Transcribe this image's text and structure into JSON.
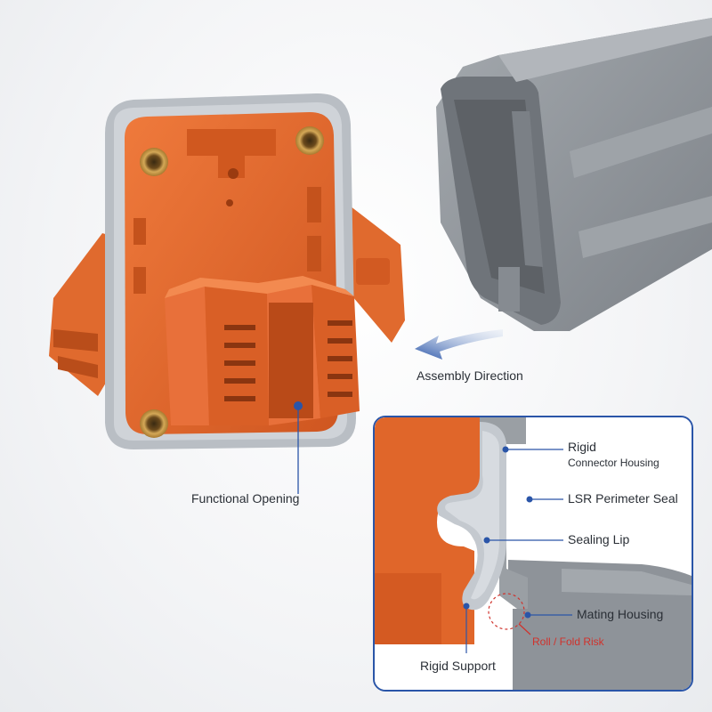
{
  "labels": {
    "assembly_direction": "Assembly Direction",
    "functional_opening": "Functional Opening",
    "rigid": "Rigid",
    "connector_housing": "Connector Housing",
    "lsr_perimeter_seal": "LSR Perimeter Seal",
    "sealing_lip": "Sealing Lip",
    "mating_housing": "Mating Housing",
    "rigid_support": "Rigid Support",
    "roll_fold_risk": "Roll / Fold Risk"
  },
  "colors": {
    "orange": "#e0662a",
    "seal_gray": "#b9bec4",
    "housing_gray": "#8e9399",
    "accent_blue": "#2a55a8",
    "risk_red": "#d0322c"
  }
}
